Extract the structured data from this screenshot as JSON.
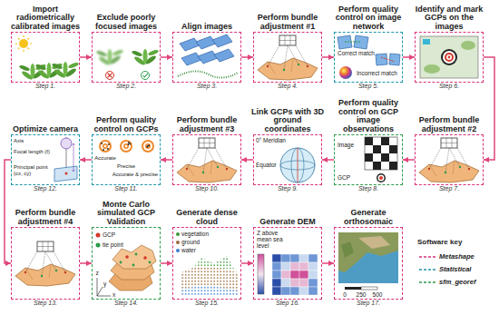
{
  "diagram": {
    "nodes": [
      {
        "text": [
          "Import radiometrically calibrated images",
          "Step 1."
        ]
      },
      {
        "text": [
          "Exclude poorly focused images",
          "Step 2."
        ]
      },
      {
        "text": [
          "Align images",
          "Step 3."
        ]
      },
      {
        "text": [
          "Perform bundle adjustment #1",
          "Step 4."
        ]
      },
      {
        "text": [
          "Perform quality control on image network",
          "Step 5."
        ]
      },
      {
        "text": [
          "Identify and mark GCPs on the images",
          "Step 6."
        ]
      },
      {
        "text": [
          "Perform bundle adjustment #2",
          "Step 7."
        ]
      },
      {
        "text": [
          "Perform quality control on GCP image observations",
          "Step 8."
        ]
      },
      {
        "text": [
          "Link GCPs with 3D ground coordinates",
          "Step 9."
        ]
      },
      {
        "text": [
          "Perform bundle adjustment #3",
          "Step 10."
        ]
      },
      {
        "text": [
          "Perform quality control on GCPs",
          "Step 11."
        ]
      },
      {
        "text": [
          "Optimize camera",
          "Step 12."
        ]
      },
      {
        "text": [
          "Perform bundle adjustment #4",
          "Step 13."
        ]
      },
      {
        "text": [
          "Monte Carlo simulated GCP Validation",
          "Step 14."
        ]
      },
      {
        "text": [
          "Generate dense cloud",
          "Step 15."
        ]
      },
      {
        "text": [
          "Generate DEM",
          "Step 16."
        ]
      },
      {
        "text": [
          "Generate orthosomaic",
          "Step 17."
        ]
      }
    ],
    "edges": [
      {
        "from": 0,
        "to": 1,
        "arrow": "to"
      },
      {
        "from": 1,
        "to": 2,
        "arrow": "to"
      },
      {
        "from": 2,
        "to": 3,
        "arrow": "to"
      },
      {
        "from": 3,
        "to": 4,
        "arrow": "to"
      },
      {
        "from": 4,
        "to": 5,
        "arrow": "to"
      },
      {
        "from": 5,
        "to": 6,
        "arrow": "to"
      },
      {
        "from": 6,
        "to": 7,
        "arrow": "to"
      },
      {
        "from": 7,
        "to": 8,
        "arrow": "to"
      },
      {
        "from": 8,
        "to": 9,
        "arrow": "to"
      },
      {
        "from": 9,
        "to": 10,
        "arrow": "to"
      },
      {
        "from": 10,
        "to": 11,
        "arrow": "to"
      },
      {
        "from": 11,
        "to": 12,
        "arrow": "to"
      },
      {
        "from": 12,
        "to": 13,
        "arrow": "to"
      },
      {
        "from": 13,
        "to": 14,
        "arrow": "to"
      },
      {
        "from": 14,
        "to": 15,
        "arrow": "to"
      },
      {
        "from": 15,
        "to": 16,
        "arrow": "to"
      }
    ],
    "labels": [
      "Correct match",
      "Incorrect match",
      "Image",
      "GCP",
      "0° Meridian",
      "Equator",
      "Accurate",
      "Precise",
      "Accurate & precise",
      "Axis",
      "Focal length (f)",
      "Principal point (cx, cy)",
      "GCP",
      "tie point",
      "z",
      "y",
      "x",
      "vegetation",
      "ground",
      "water",
      "Z above mean sea level",
      "0",
      "250",
      "500",
      "Software key"
    ],
    "legend": [
      {
        "text": "Metashape"
      },
      {
        "text": "Statistical"
      },
      {
        "text": "sfm_georef"
      }
    ]
  }
}
